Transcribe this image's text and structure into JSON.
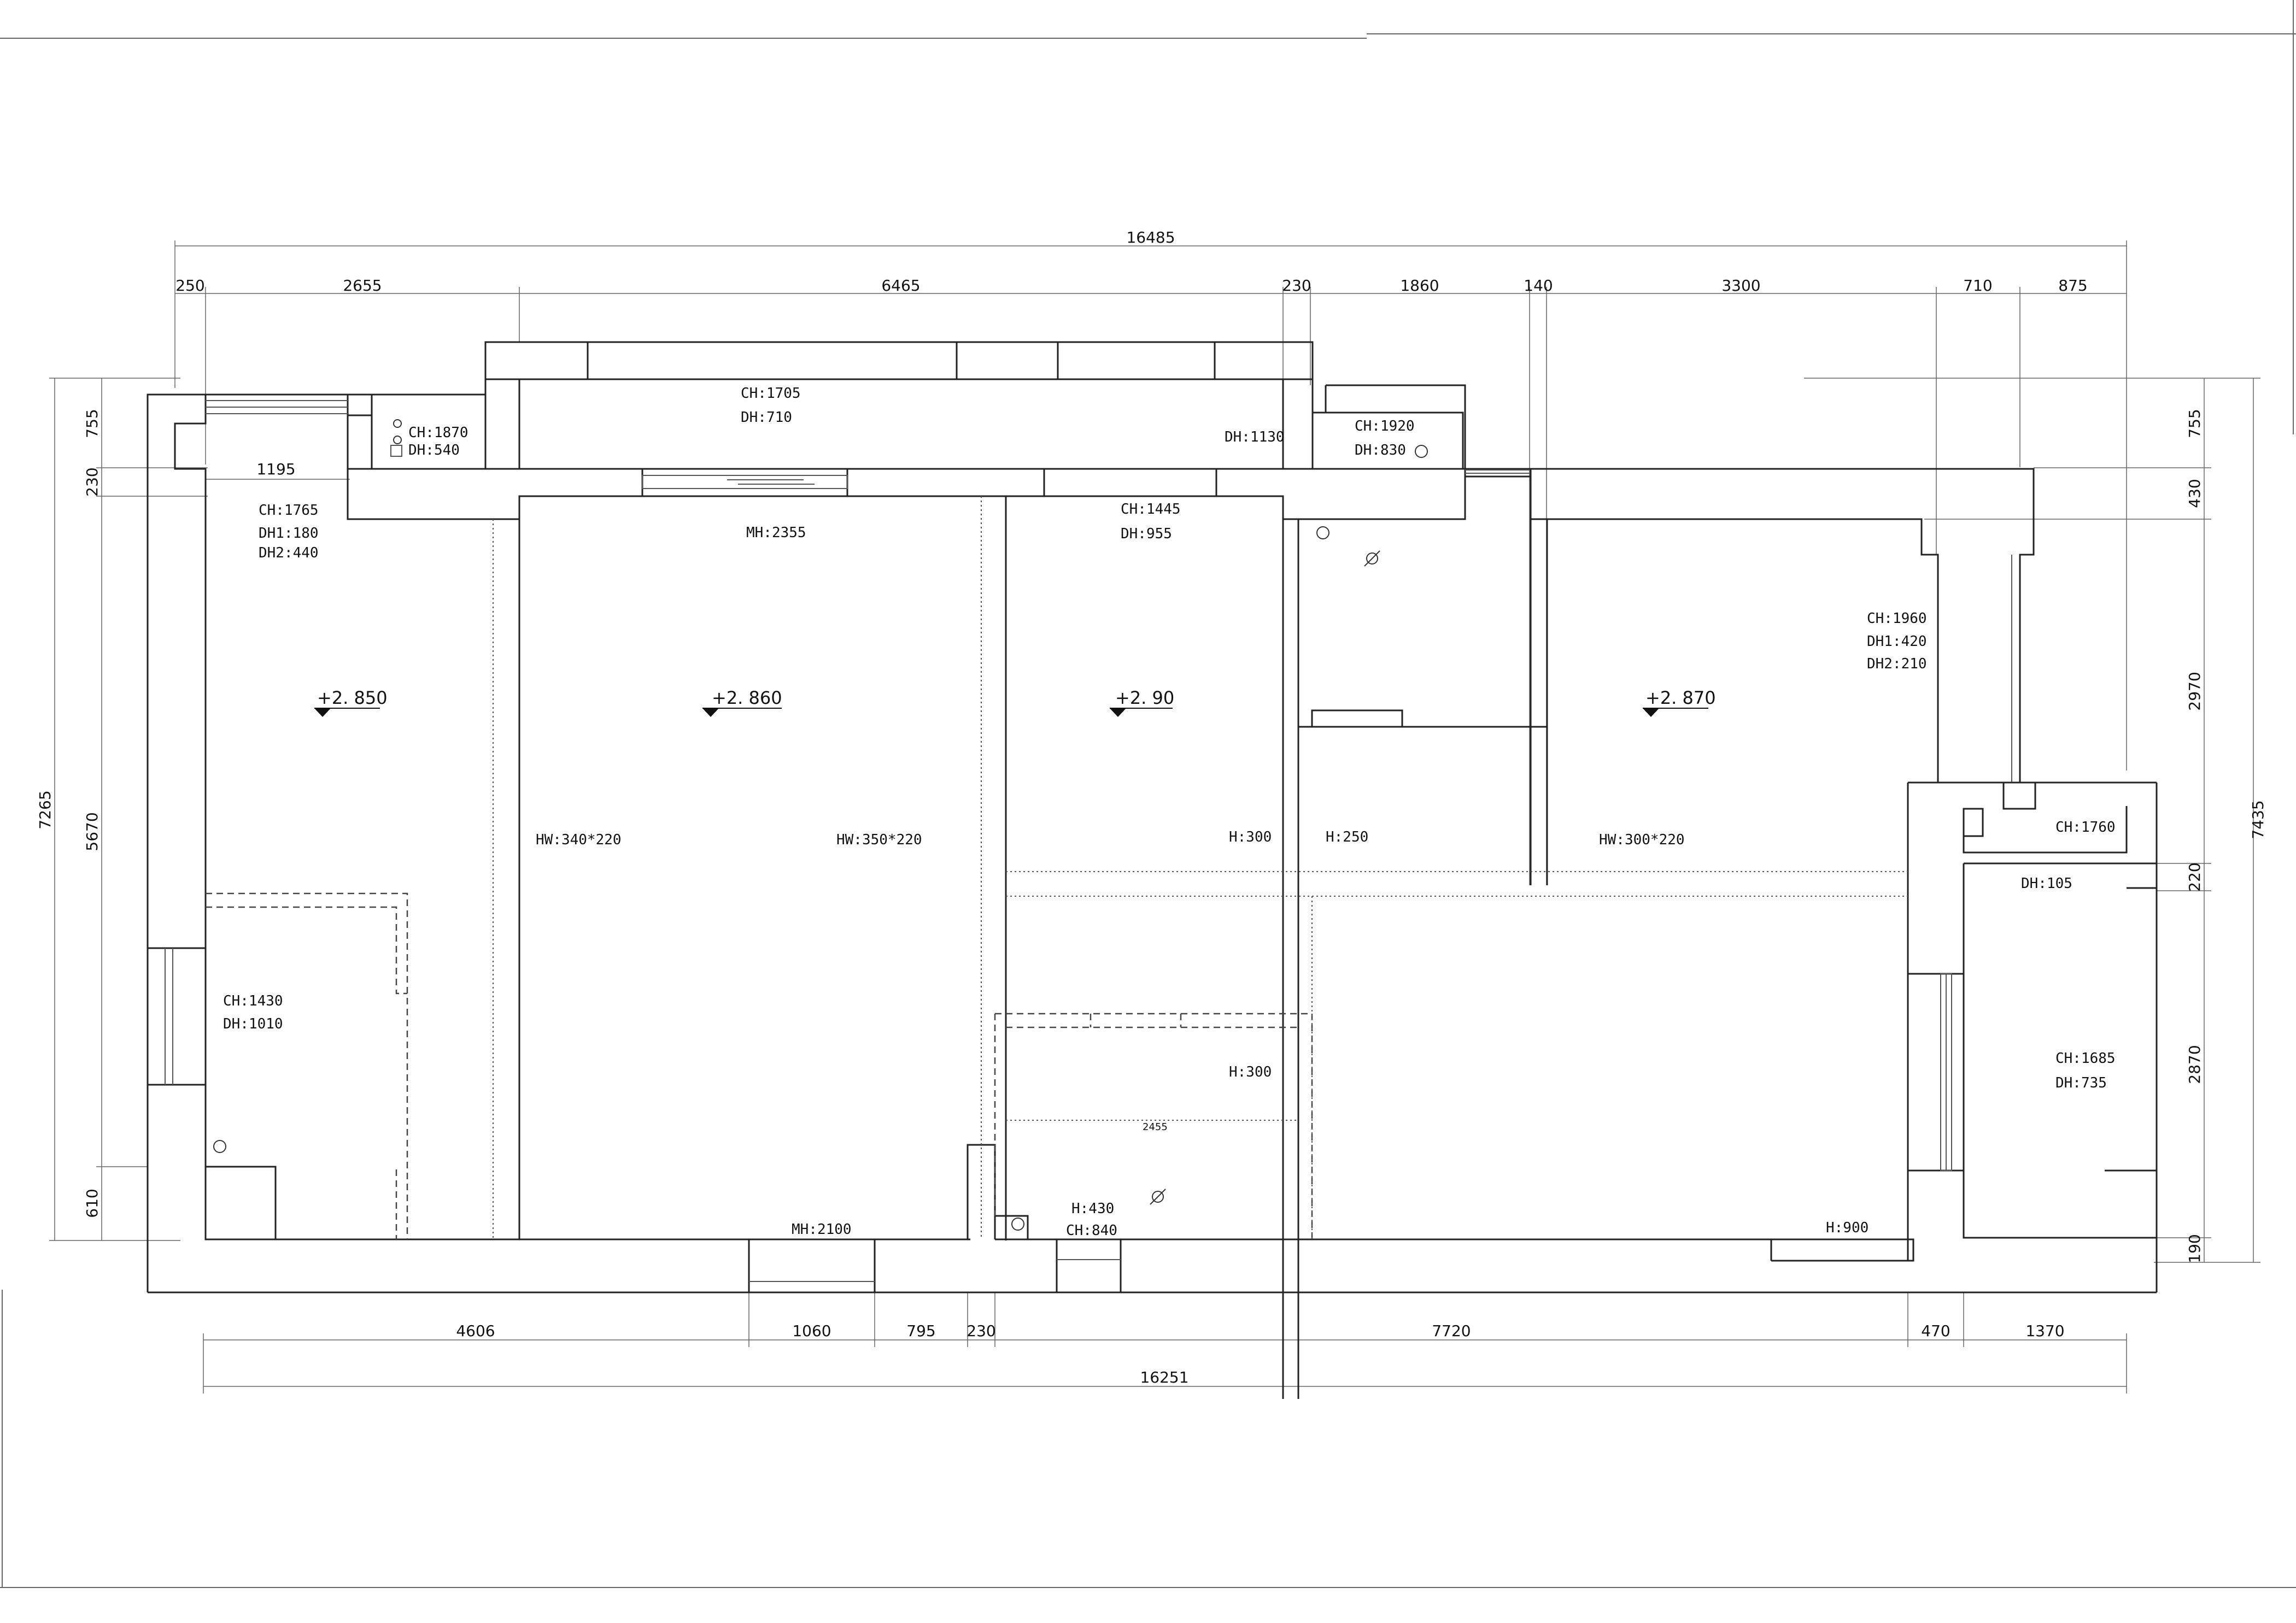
{
  "dimensions": {
    "top_total": "16485",
    "top": [
      "250",
      "2655",
      "6465",
      "230",
      "1860",
      "140",
      "3300",
      "710",
      "875"
    ],
    "bottom": [
      "4606",
      "1060",
      "795",
      "230",
      "7720",
      "470",
      "1370"
    ],
    "bottom_total": "16251",
    "left_total": "7265",
    "left": [
      "755",
      "230",
      "5670",
      "610"
    ],
    "left_inner": "1195",
    "right_total": "7435",
    "right": [
      "755",
      "430",
      "2970",
      "220",
      "2870",
      "190"
    ],
    "kitchen_small": "2455"
  },
  "levels": [
    "+2. 850",
    "+2. 860",
    "+2. 90",
    "+2. 870"
  ],
  "labels": {
    "l1": "CH:1705",
    "l2": "DH:710",
    "l3": "DH:1130",
    "l4": "CH:1870",
    "l5": "DH:540",
    "l6": "CH:1920",
    "l7": "DH:830",
    "l8": "CH:1765",
    "l9": "DH1:180",
    "l10": "DH2:440",
    "l11": "MH:2355",
    "l12": "CH:1445",
    "l13": "DH:955",
    "l14": "CH:1960",
    "l15": "DH1:420",
    "l16": "DH2:210",
    "l17": "HW:340*220",
    "l18": "HW:350*220",
    "l19": "H:300",
    "l20": "H:250",
    "l21": "HW:300*220",
    "l22": "CH:1760",
    "l23": "DH:105",
    "l24": "CH:1430",
    "l25": "DH:1010",
    "l26": "H:300",
    "l27": "CH:1685",
    "l28": "DH:735",
    "l29": "H:430",
    "l30": "CH:840",
    "l31": "MH:2100",
    "l32": "H:900"
  }
}
